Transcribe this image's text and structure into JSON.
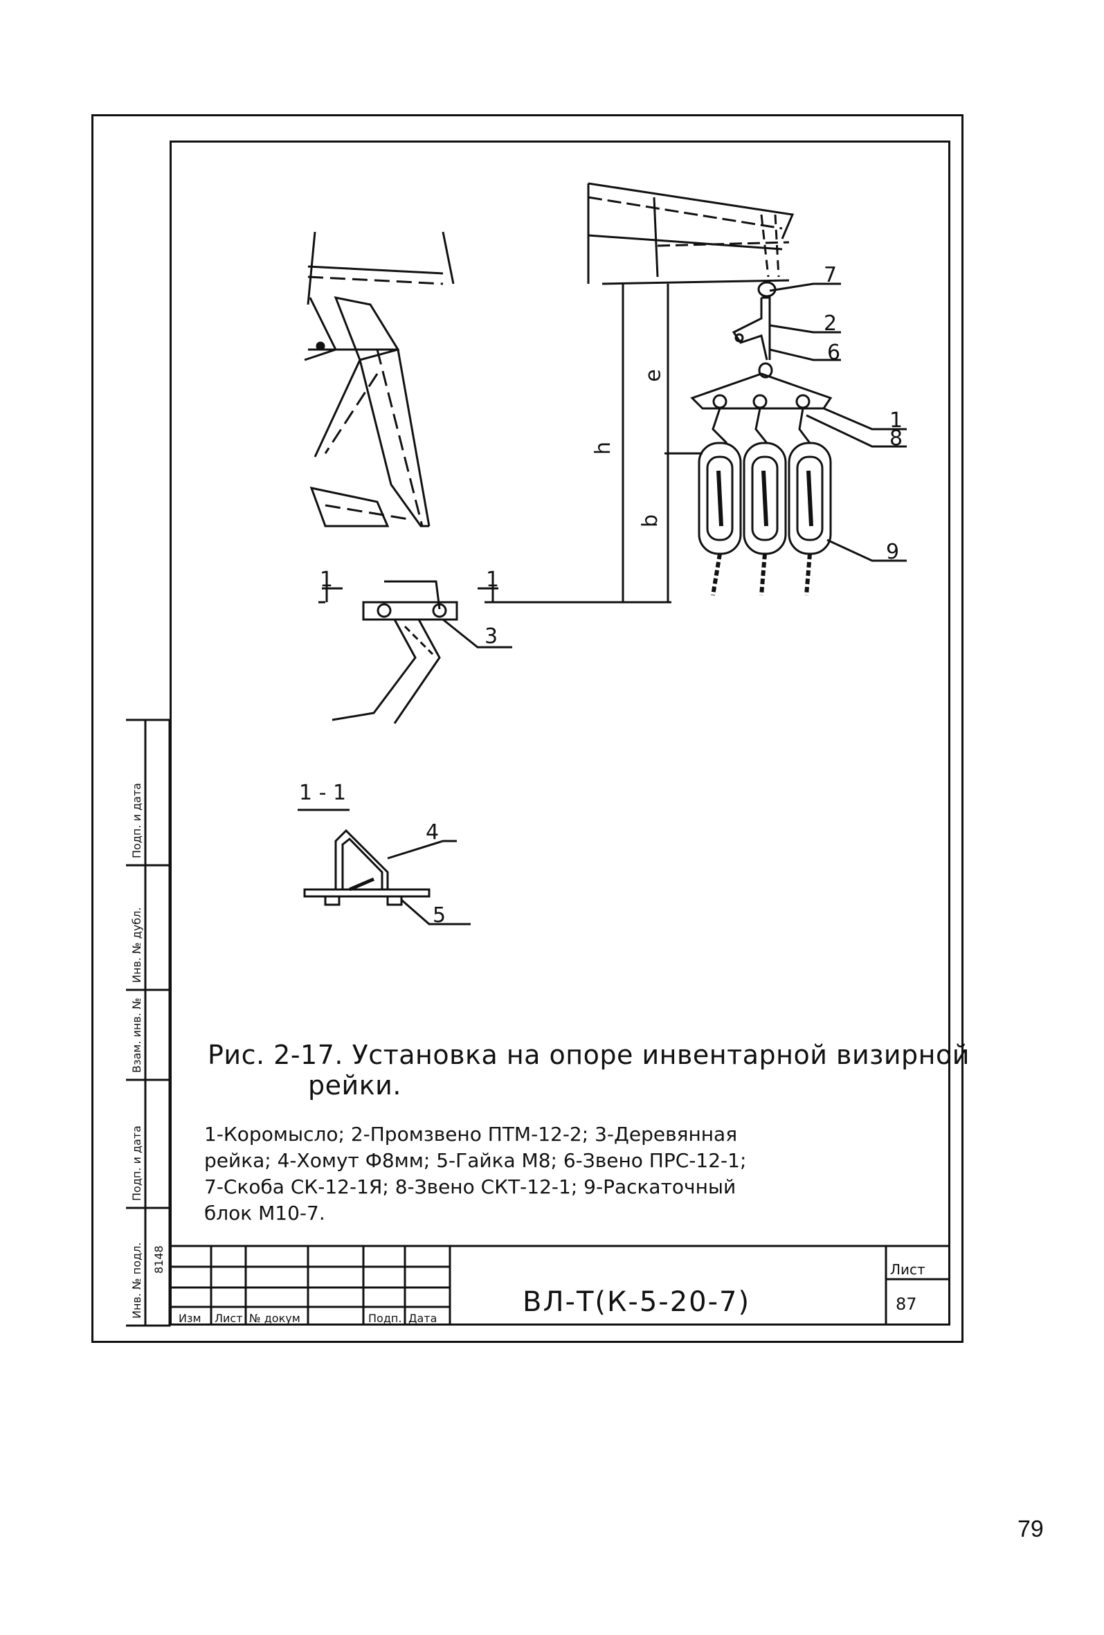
{
  "figure": {
    "caption_line1": "Рис. 2-17. Установка на опоре инвентарной визирной",
    "caption_line2": "рейки."
  },
  "legend_lines": [
    "1-Коромысло; 2-Промзвено ПТМ-12-2; 3-Деревянная",
    "рейка; 4-Хомут Ф8мм; 5-Гайка М8; 6-Звено ПРС-12-1;",
    "7-Скоба СК-12-1Я; 8-Звено СКТ-12-1; 9-Раскаточный",
    "блок М10-7."
  ],
  "callouts": {
    "c1": "1",
    "c2": "2",
    "c3": "3",
    "c4": "4",
    "c5": "5",
    "c6": "6",
    "c7": "7",
    "c8": "8",
    "c9": "9",
    "dim_e": "e",
    "dim_h": "h",
    "dim_b": "b",
    "section_mark_left": "1",
    "section_mark_right": "1",
    "section_title": "1 - 1"
  },
  "title_block": {
    "code": "ВЛ-Т(К-5-20-7)",
    "sheet_label": "Лист",
    "sheet_number": "87",
    "headers": [
      "Изм",
      "Лист",
      "№ докум",
      "Подп.",
      "Дата"
    ]
  },
  "side_stamp": {
    "cells": [
      "Инв. № подл.",
      "Подп. и дата",
      "Взам. инв. №",
      "Инв. № дубл.",
      "Подп. и дата"
    ],
    "inv_number": "8148"
  },
  "page_number": "79"
}
